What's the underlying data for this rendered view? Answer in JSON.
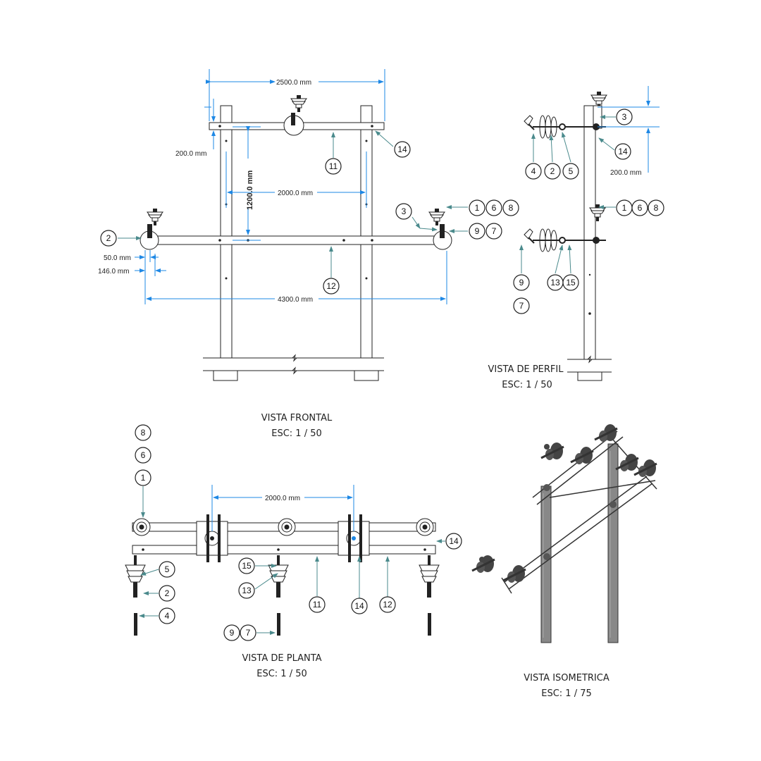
{
  "views": {
    "frontal": {
      "title": "VISTA FRONTAL",
      "scale": "ESC: 1 / 50"
    },
    "perfil": {
      "title": "VISTA DE PERFIL",
      "scale": "ESC: 1 / 50"
    },
    "planta": {
      "title": "VISTA DE PLANTA",
      "scale": "ESC: 1 / 50"
    },
    "isometrica": {
      "title": "VISTA ISOMETRICA",
      "scale": "ESC: 1 / 75"
    }
  },
  "dimensions": {
    "d2500": "2500.0 mm",
    "d200_front": "200.0 mm",
    "d1200": "1200.0 mm",
    "d2000_front": "2000.0 mm",
    "d50": "50.0 mm",
    "d146": "146.0 mm",
    "d4300": "4300.0 mm",
    "d200_side": "200.0 mm",
    "d2000_plan": "2000.0 mm"
  },
  "callouts": {
    "front_11": "11",
    "front_14": "14",
    "front_2": "2",
    "front_3": "3",
    "front_1": "1",
    "front_6": "6",
    "front_8": "8",
    "front_9": "9",
    "front_7": "7",
    "front_12": "12",
    "side_3": "3",
    "side_14": "14",
    "side_4": "4",
    "side_2": "2",
    "side_5": "5",
    "side_1": "1",
    "side_6": "6",
    "side_8": "8",
    "side_9": "9",
    "side_7": "7",
    "side_13": "13",
    "side_15": "15",
    "plan_8": "8",
    "plan_6": "6",
    "plan_1": "1",
    "plan_14": "14",
    "plan_5": "5",
    "plan_2": "2",
    "plan_4": "4",
    "plan_15": "15",
    "plan_13": "13",
    "plan_11": "11",
    "plan_14b": "14",
    "plan_12": "12",
    "plan_9": "9",
    "plan_7": "7"
  },
  "colors": {
    "dimension": "#1e88e5",
    "leader": "#4a8a8c",
    "ink": "#222222",
    "pole": "#7a7a7a"
  }
}
